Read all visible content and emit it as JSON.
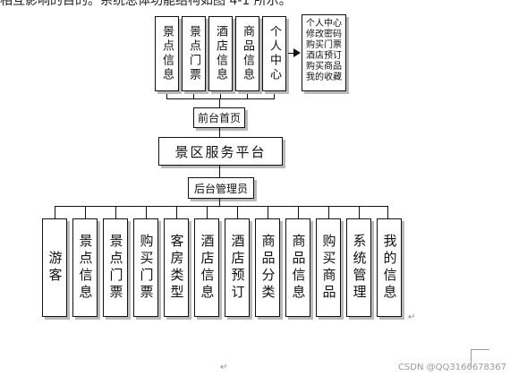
{
  "top_text": "相互影响的目的。系统总体功能结构如图 4-1 所示。",
  "front_modules": [
    "景点信息",
    "景点门票",
    "酒店信息",
    "商品信息",
    "个人中心"
  ],
  "personal_center_items": [
    "个人中心",
    "修改密码",
    "购买门票",
    "酒店预订",
    "购买商品",
    "我的收藏"
  ],
  "front_home": "前台首页",
  "platform": "景区服务平台",
  "backend_admin": "后台管理员",
  "backend_modules": [
    "游客",
    "景点信息",
    "景点门票",
    "购买门票",
    "客房类型",
    "酒店信息",
    "酒店预订",
    "商品分类",
    "商品信息",
    "购买商品",
    "系统管理",
    "我的信息"
  ],
  "watermark": "CSDN @QQ3166678367"
}
